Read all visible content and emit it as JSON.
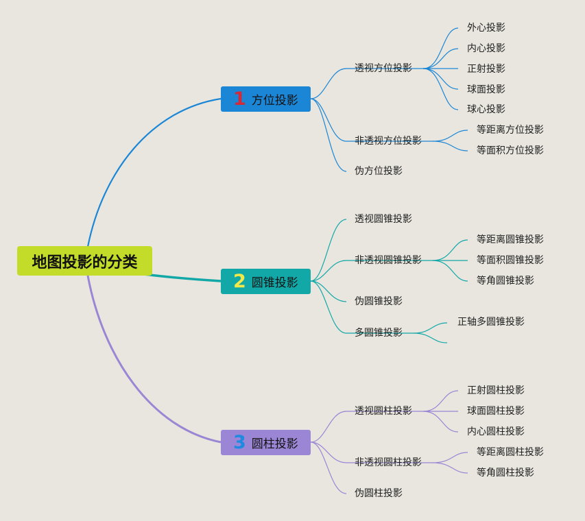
{
  "root": "地图投影的分类",
  "branches": [
    {
      "number": "1",
      "label": "方位投影",
      "color": "#1c86d6",
      "children": [
        {
          "label": "透视方位投影",
          "children": [
            "外心投影",
            "内心投影",
            "正射投影",
            "球面投影",
            "球心投影"
          ]
        },
        {
          "label": "非透视方位投影",
          "children": [
            "等距离方位投影",
            "等面积方位投影"
          ]
        },
        {
          "label": "伪方位投影"
        }
      ]
    },
    {
      "number": "2",
      "label": "圆锥投影",
      "color": "#13a8a8",
      "children": [
        {
          "label": "透视圆锥投影"
        },
        {
          "label": "非透视圆锥投影",
          "children": [
            "等距离圆锥投影",
            "等面积圆锥投影",
            "等角圆锥投影"
          ]
        },
        {
          "label": "伪圆锥投影"
        },
        {
          "label": "多圆锥投影",
          "children": [
            "正轴多圆锥投影",
            ""
          ]
        }
      ]
    },
    {
      "number": "3",
      "label": "圆柱投影",
      "color": "#9a86d4",
      "children": [
        {
          "label": "透视圆柱投影",
          "children": [
            "正射圆柱投影",
            "球面圆柱投影",
            "内心圆柱投影"
          ]
        },
        {
          "label": "非透视圆柱投影",
          "children": [
            "等距离圆柱投影",
            "等角圆柱投影"
          ]
        },
        {
          "label": "伪圆柱投影"
        }
      ]
    }
  ]
}
